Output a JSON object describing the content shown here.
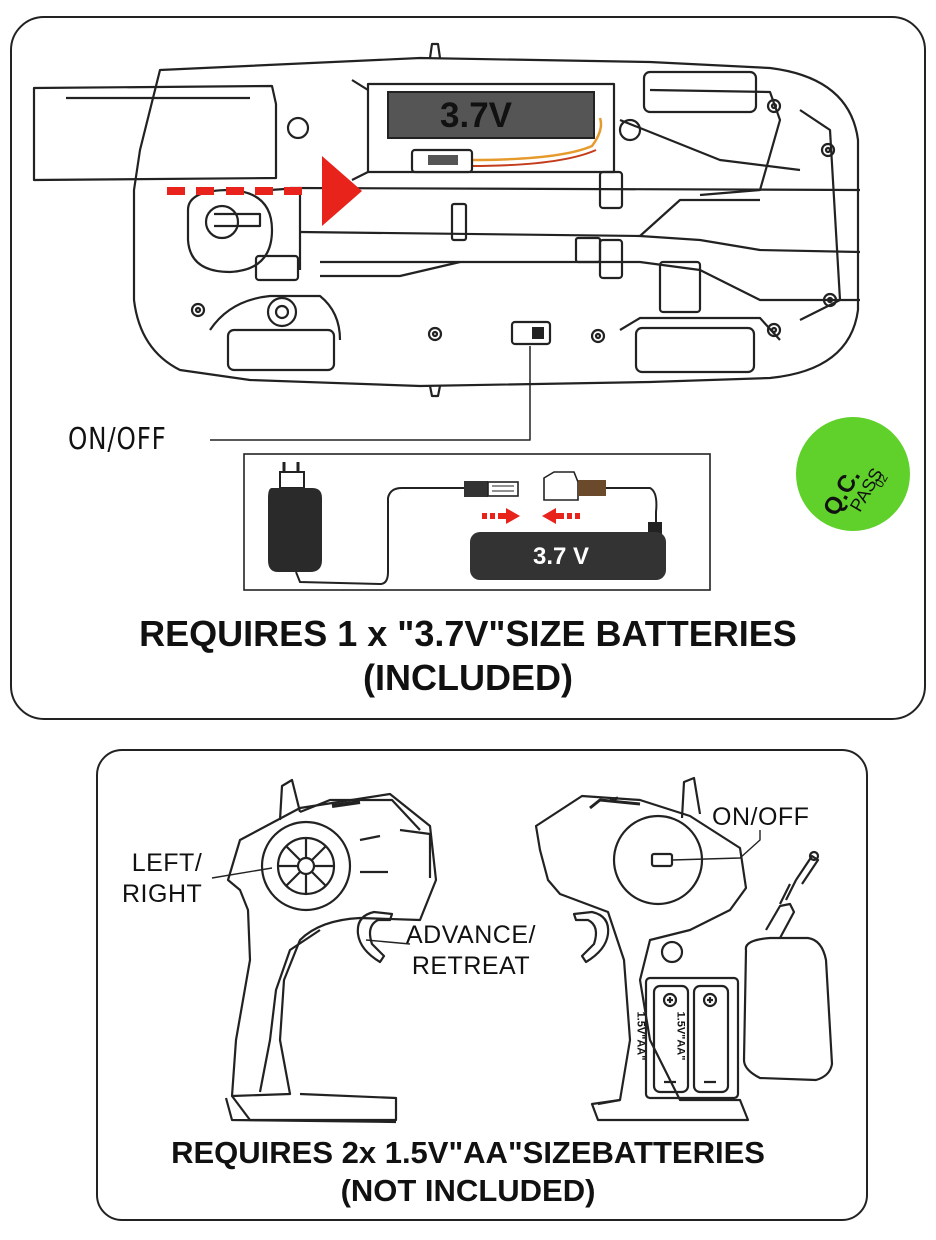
{
  "car_panel": {
    "battery_label": "3.7V",
    "switch_label": "ON/OFF",
    "charger_battery_label": "3.7 V",
    "requirement_line1": "REQUIRES 1 x \"3.7V\"SIZE BATTERIES",
    "requirement_line2": "(INCLUDED)"
  },
  "qc_badge": {
    "qc": "Q.C.",
    "pass": "PASS",
    "number": "02",
    "color": "#5fd12a"
  },
  "remote_panel": {
    "steering_label_line1": "LEFT/",
    "steering_label_line2": "RIGHT",
    "trigger_label_line1": "ADVANCE/",
    "trigger_label_line2": "RETREAT",
    "switch_label": "ON/OFF",
    "aa_battery_label": "1.5V\"AA\"",
    "requirement_line1": "REQUIRES 2x 1.5V\"AA\"SIZEBATTERIES",
    "requirement_line2": "(NOT INCLUDED)"
  },
  "colors": {
    "arrow_red": "#e8231c",
    "battery_dark": "#333333",
    "badge_green": "#5fd12a"
  }
}
